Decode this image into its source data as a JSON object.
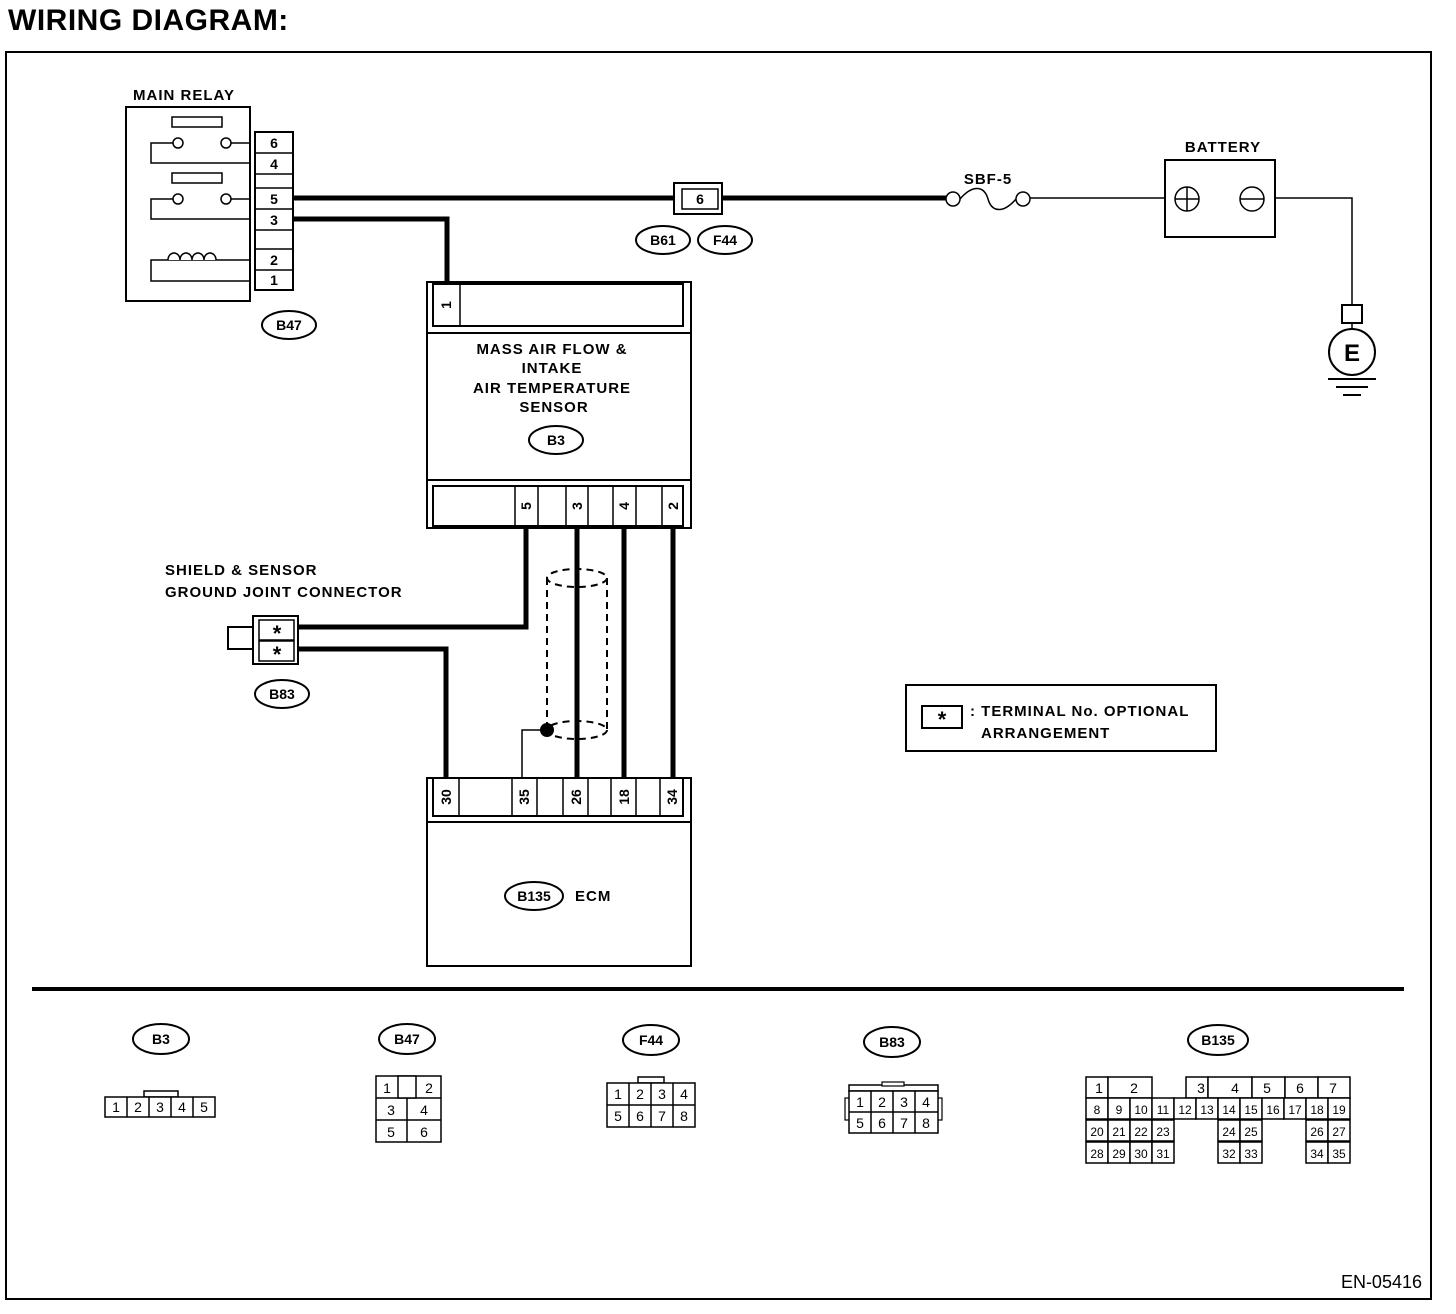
{
  "heading": "WIRING DIAGRAM:",
  "document_code": "EN-05416",
  "components": {
    "main_relay": {
      "title": "MAIN RELAY",
      "pins": [
        "6",
        "4",
        "5",
        "3",
        "2",
        "1"
      ],
      "tag": "B47"
    },
    "joint_connector": {
      "tag_left": "B61",
      "tag_right": "F44",
      "pin": "6"
    },
    "fuse": {
      "label": "SBF-5"
    },
    "battery": {
      "label": "BATTERY"
    },
    "ground": {
      "symbol": "E"
    },
    "maf_sensor": {
      "title_lines": [
        "MASS AIR FLOW &",
        "INTAKE",
        "AIR TEMPERATURE",
        "SENSOR"
      ],
      "tag": "B3",
      "top_pin": "1",
      "bottom_pins": [
        "5",
        "3",
        "4",
        "2"
      ]
    },
    "shield_connector": {
      "title_lines": [
        "SHIELD & SENSOR",
        "GROUND JOINT CONNECTOR"
      ],
      "pins": [
        "*",
        "*"
      ],
      "tag": "B83"
    },
    "ecm": {
      "tag": "B135",
      "label": "ECM",
      "pins": [
        "30",
        "35",
        "26",
        "18",
        "34"
      ]
    }
  },
  "legend": {
    "symbol": "*",
    "lines": [
      ": TERMINAL No. OPTIONAL",
      "ARRANGEMENT"
    ]
  },
  "connector_views": [
    {
      "tag": "B3",
      "rows": [
        [
          "1",
          "2",
          "3",
          "4",
          "5"
        ]
      ]
    },
    {
      "tag": "B47",
      "rows": [
        [
          "1",
          "2"
        ],
        [
          "3",
          "4"
        ],
        [
          "5",
          "6"
        ]
      ]
    },
    {
      "tag": "F44",
      "rows": [
        [
          "1",
          "2",
          "3",
          "4"
        ],
        [
          "5",
          "6",
          "7",
          "8"
        ]
      ]
    },
    {
      "tag": "B83",
      "rows": [
        [
          "1",
          "2",
          "3",
          "4"
        ],
        [
          "5",
          "6",
          "7",
          "8"
        ]
      ]
    },
    {
      "tag": "B135",
      "rows": [
        [
          "1",
          "2",
          "3",
          "4",
          "5",
          "6",
          "7"
        ],
        [
          "8",
          "9",
          "10",
          "11",
          "12",
          "13",
          "14",
          "15",
          "16",
          "17",
          "18",
          "19"
        ],
        [
          "20",
          "21",
          "22",
          "23",
          "24",
          "25",
          "26",
          "27"
        ],
        [
          "28",
          "29",
          "30",
          "31",
          "32",
          "33",
          "34",
          "35"
        ]
      ]
    }
  ]
}
